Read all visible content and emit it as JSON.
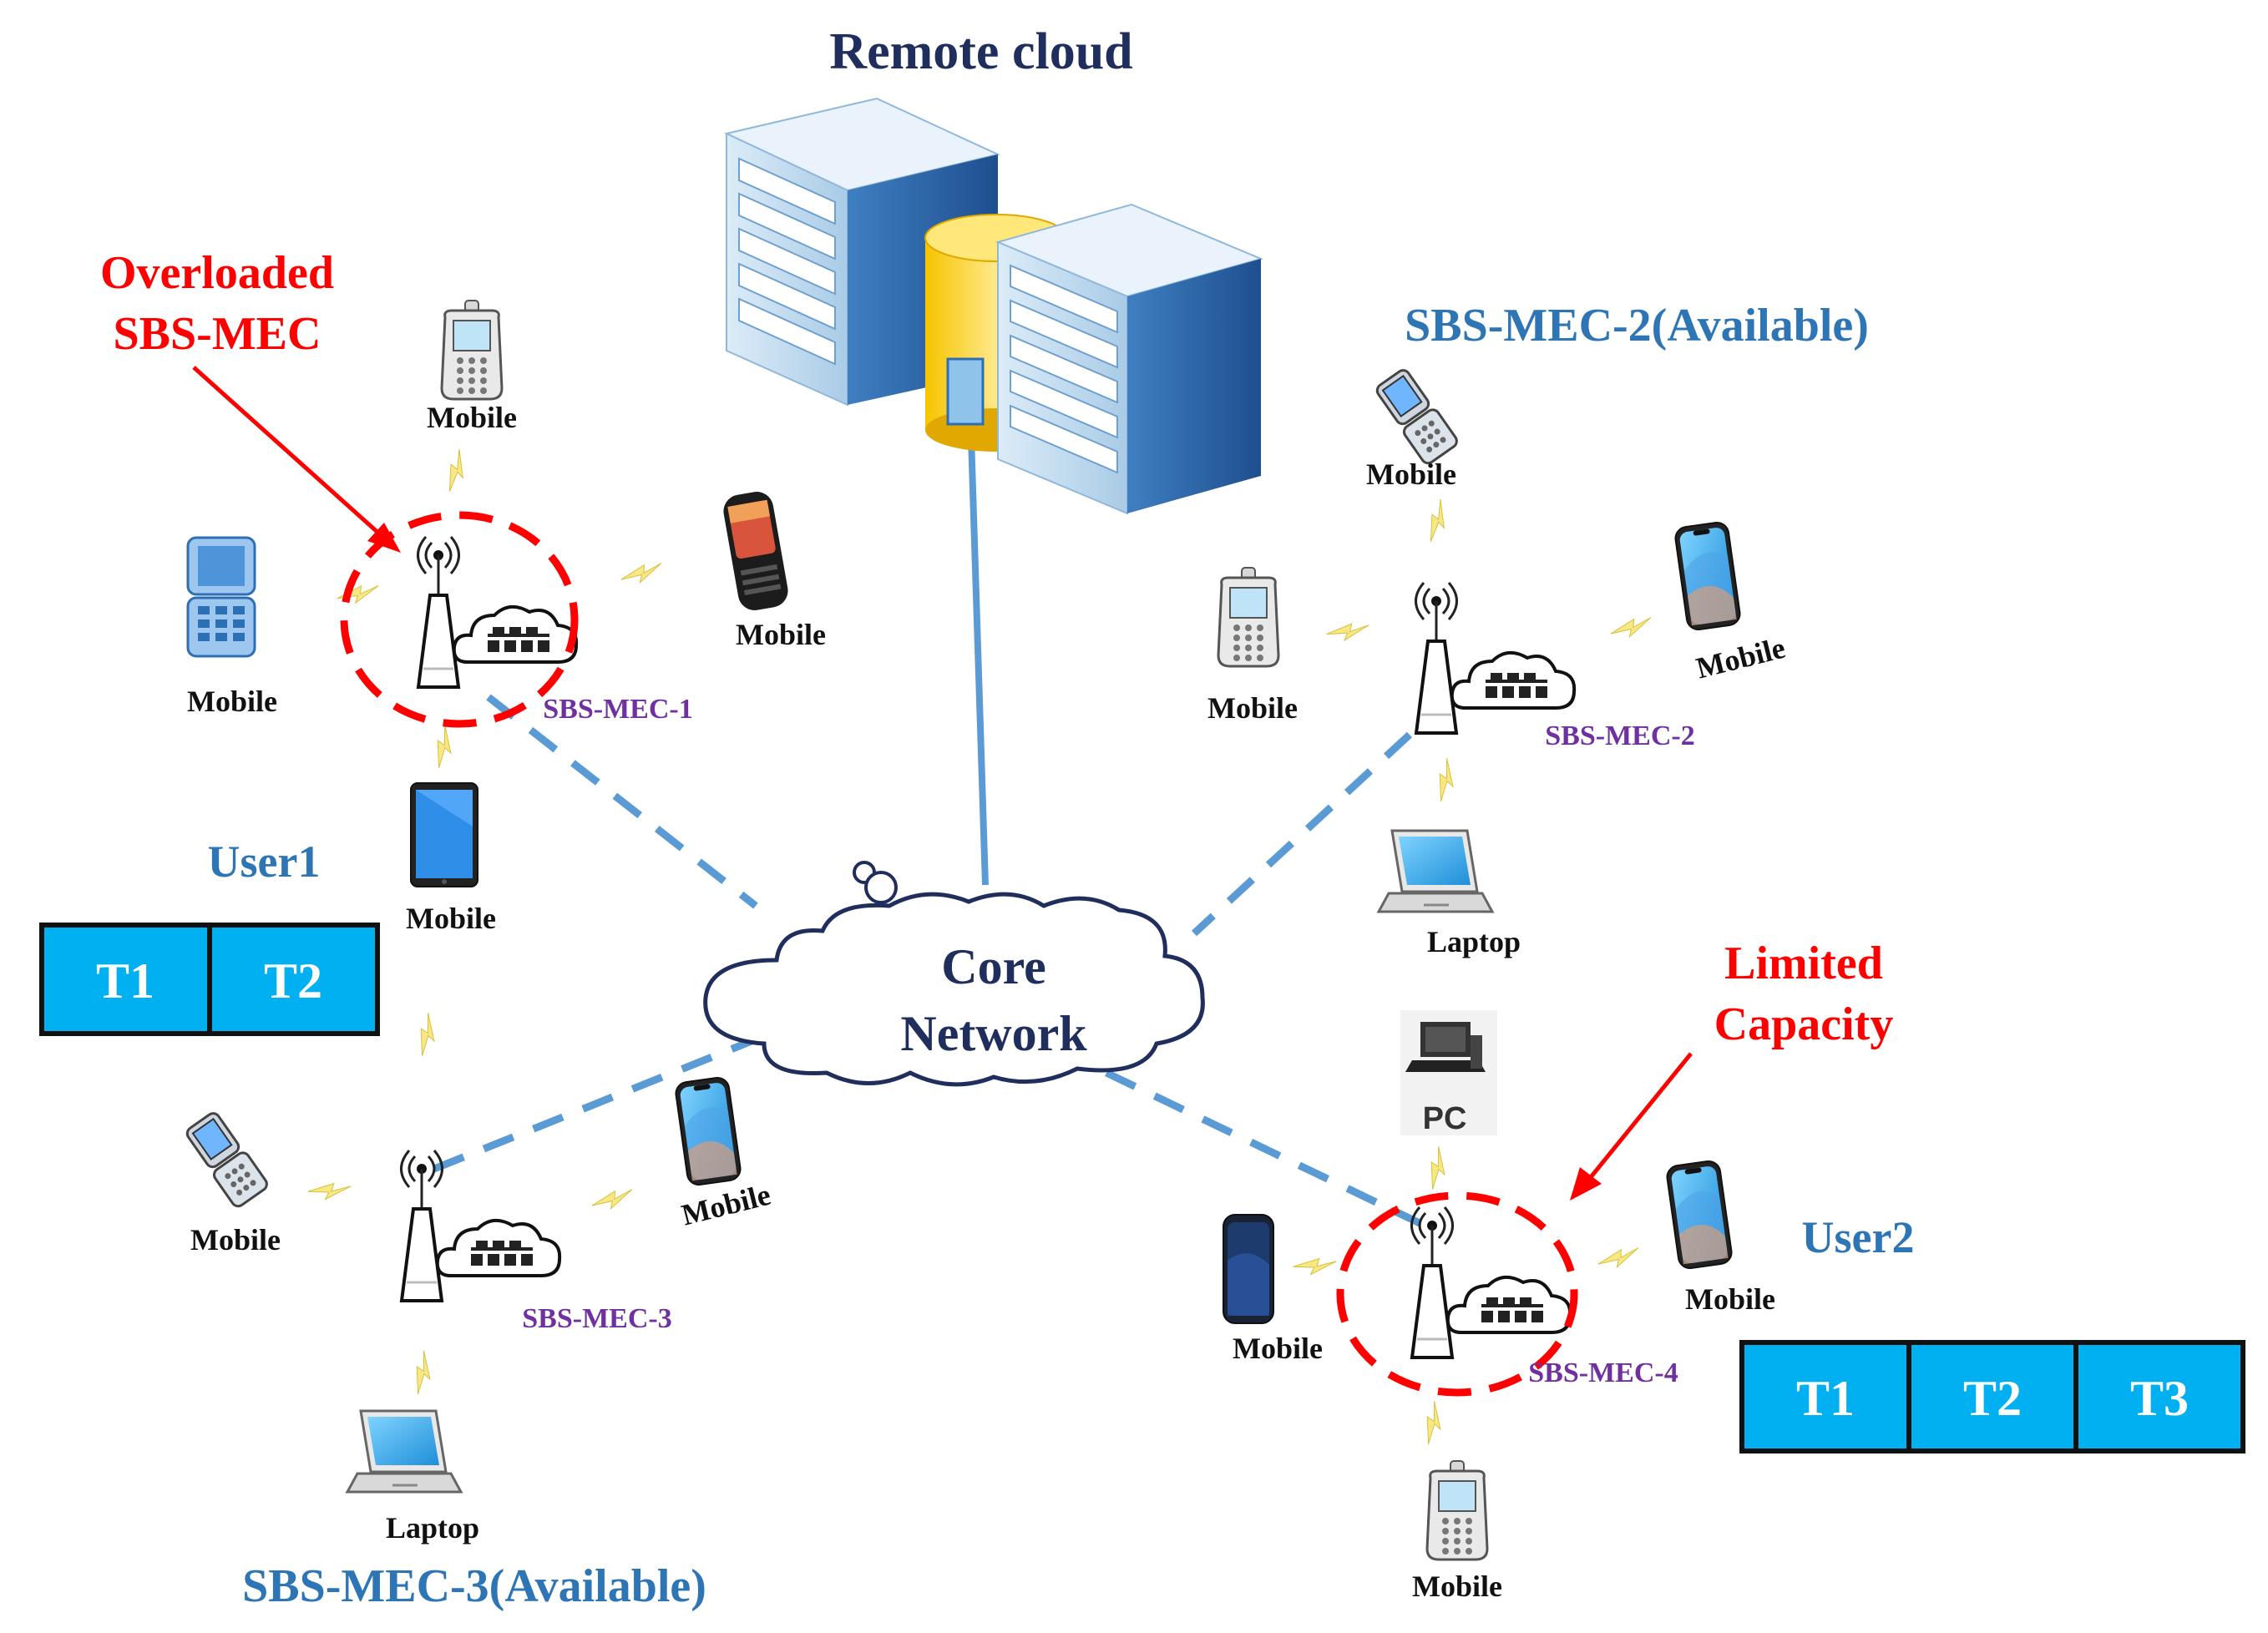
{
  "title": "Remote cloud",
  "core": {
    "line1": "Core",
    "line2": "Network"
  },
  "annotations": {
    "overloaded": {
      "line1": "Overloaded",
      "line2": "SBS-MEC"
    },
    "limited": {
      "line1": "Limited",
      "line2": "Capacity"
    },
    "sbs2_available": "SBS-MEC-2(Available)",
    "sbs3_available": "SBS-MEC-3(Available)"
  },
  "stations": {
    "s1": "SBS-MEC-1",
    "s2": "SBS-MEC-2",
    "s3": "SBS-MEC-3",
    "s4": "SBS-MEC-4"
  },
  "users": {
    "user1": {
      "label": "User1",
      "tasks": [
        "T1",
        "T2"
      ]
    },
    "user2": {
      "label": "User2",
      "tasks": [
        "T1",
        "T2",
        "T3"
      ]
    }
  },
  "devices": {
    "mobile": "Mobile",
    "laptop": "Laptop",
    "pc": "PC"
  },
  "colors": {
    "title": "#1f2e5c",
    "annotation_red": "#ff0000",
    "available_blue": "#2e75b6",
    "station_purple": "#7030a0",
    "link_blue": "#5b9bd5",
    "task_fill": "#00b0f0",
    "bolt": "#f5e37a"
  }
}
